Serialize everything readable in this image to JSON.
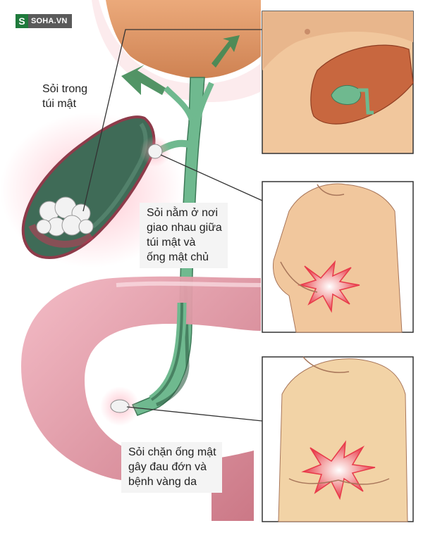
{
  "logo": {
    "mark": "S",
    "text": "SOHA.VN"
  },
  "labels": {
    "gallbladder_stones": "Sỏi trong\ntúi mật",
    "junction_stone": "Sỏi nằm ở nơi\ngiao nhau giữa\ntúi mật và\nống mật chủ",
    "duct_block": "Sỏi chặn ống mật\ngây đau đớn và\nbệnh vàng da"
  },
  "colors": {
    "liver": "#d98a55",
    "bile_duct": "#6fb98f",
    "gallbladder": "#3f6b57",
    "duodenum": "#d8899a",
    "skin": "#f1c79d",
    "pain": "#e83a4a",
    "arrow": "#3f8a55"
  }
}
